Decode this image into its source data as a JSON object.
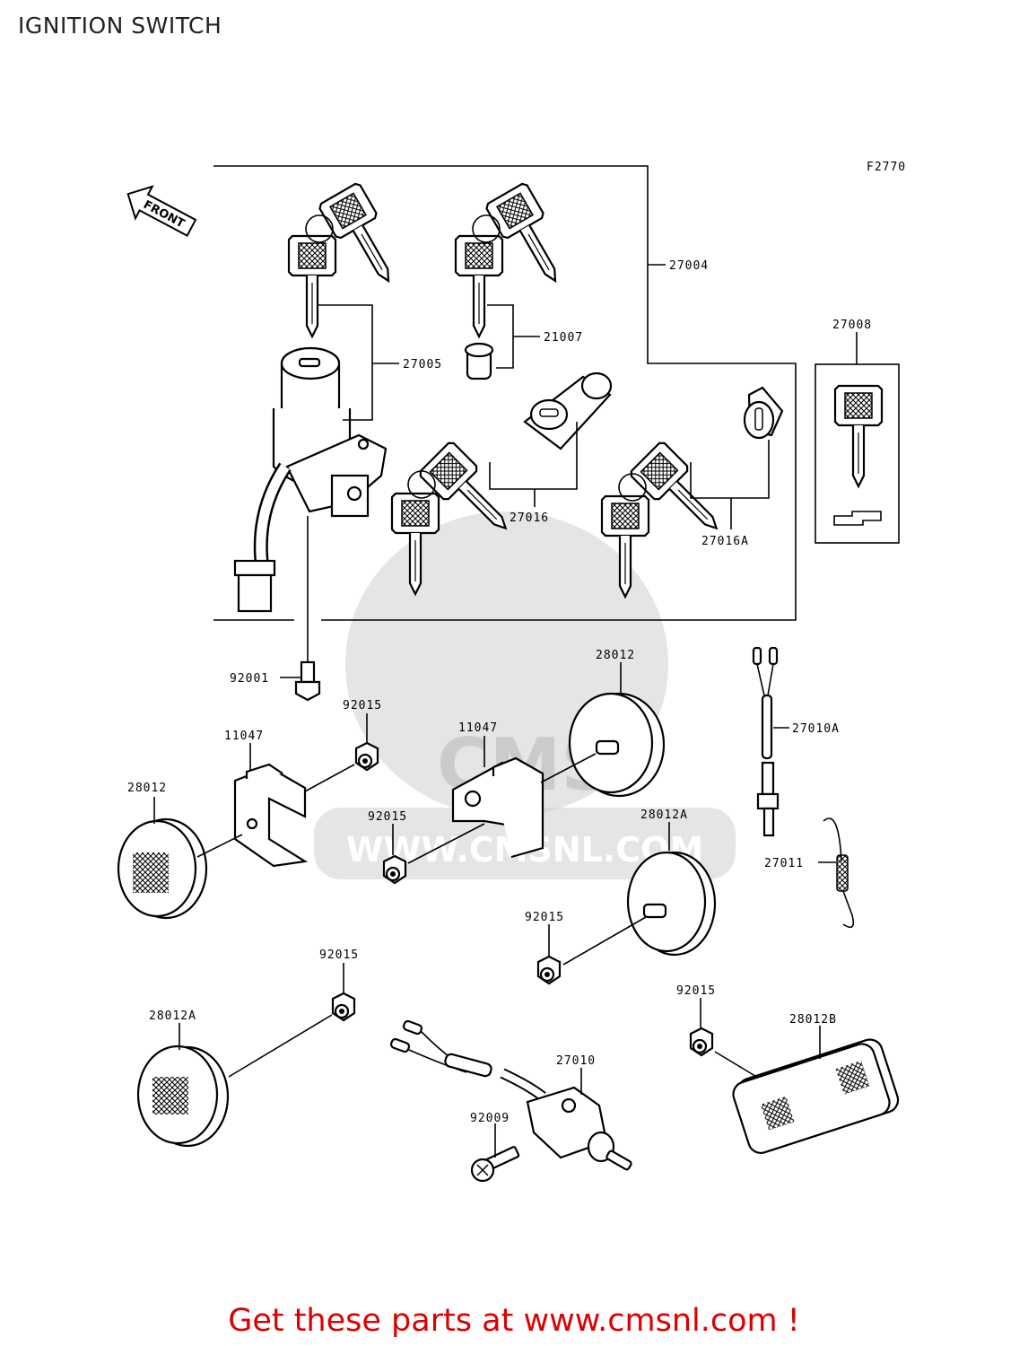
{
  "title": "IGNITION SWITCH",
  "figure_code": "F2770",
  "front_label": "FRONT",
  "watermark_url": "WWW.CMSNL.COM",
  "watermark_brand": "CMS",
  "footer": "Get these parts at www.cmsnl.com !",
  "footer_color": "#dd0000",
  "labels": {
    "p27004": "27004",
    "p27005": "27005",
    "p21007": "21007",
    "p27016": "27016",
    "p27016A": "27016A",
    "p27008": "27008",
    "p92001": "92001",
    "p92015_a": "92015",
    "p11047_left": "11047",
    "p11047_center": "11047",
    "p28012_top": "28012",
    "p28012_left": "28012",
    "p27010A": "27010A",
    "p92015_b": "92015",
    "p28012A_right": "28012A",
    "p27011": "27011",
    "p92015_c": "92015",
    "p92015_d": "92015",
    "p28012A_left": "28012A",
    "p92015_e": "92015",
    "p28012B": "28012B",
    "p27010": "27010",
    "p92009": "92009"
  }
}
